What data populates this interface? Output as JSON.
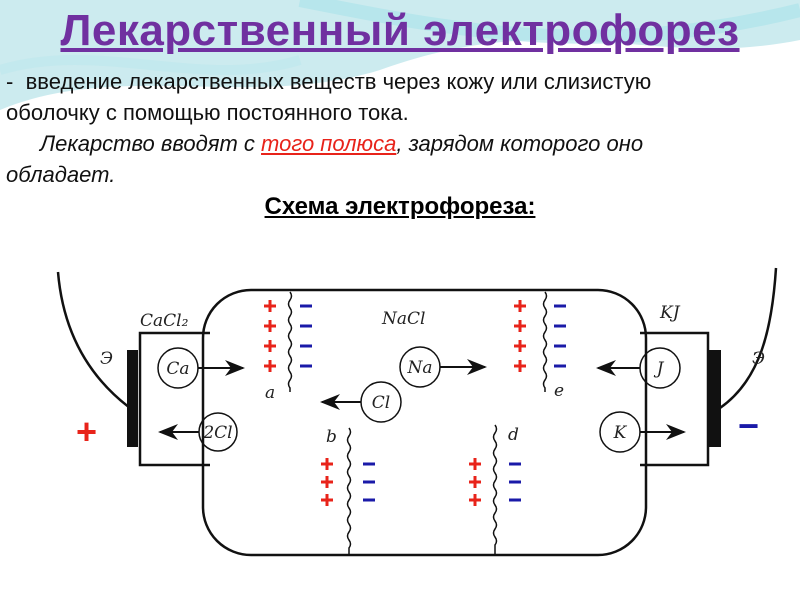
{
  "title": "Лекарственный электрофорез",
  "definition": {
    "dash": "-",
    "line1": "введение лекарственных веществ через кожу или слизистую",
    "line2": "оболочку с помощью постоянного тока."
  },
  "rule": {
    "before": "Лекарство вводят с ",
    "highlight": "того полюса",
    "after": ", зарядом которого оно",
    "line2": "обладает."
  },
  "subtitle": "Схема электрофореза:",
  "diagram": {
    "left_solution": "CaCl₂",
    "center_solution": "NaCl",
    "right_solution": "KJ",
    "electrode_left": "Э",
    "electrode_right": "Э",
    "pole_left": "+",
    "pole_right": "−",
    "ions": {
      "ca": "Ca",
      "cl2": "2Cl",
      "na": "Na",
      "cl": "Cl",
      "j": "J",
      "k": "K"
    },
    "membranes": {
      "a": "a",
      "b": "b",
      "d": "d",
      "e": "e"
    },
    "colors": {
      "plus": "#e8231a",
      "minus": "#1a1aa8"
    }
  }
}
